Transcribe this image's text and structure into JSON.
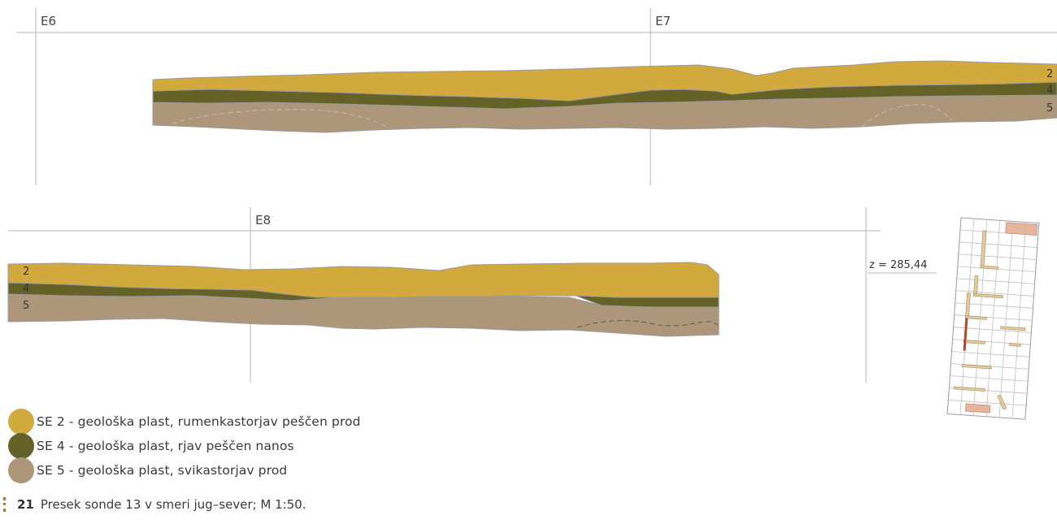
{
  "figure": {
    "top_section": {
      "grid_labels": [
        "E6",
        "E7"
      ],
      "layer_labels": [
        "2",
        "4",
        "5"
      ]
    },
    "bottom_section": {
      "grid_labels": [
        "E8"
      ],
      "layer_labels": [
        "2",
        "4",
        "5"
      ],
      "elevation_label": "z = 285,44"
    }
  },
  "colors": {
    "se2": "#d2a93d",
    "se4": "#656227",
    "se5": "#ad967a",
    "outline": "#9a9a9a",
    "grid_line": "#b5b5b5"
  },
  "legend": [
    {
      "color": "#d2a93d",
      "text": "SE 2 - geološka plast, rumenkastorjav peščen prod"
    },
    {
      "color": "#656227",
      "text": "SE 4 - geološka plast, rjav peščen nanos"
    },
    {
      "color": "#ad967a",
      "text": "SE 5 - geološka plast, svikastorjav prod"
    }
  ],
  "caption": {
    "number": "21",
    "text": "Presek sonde 13 v smeri jug–sever; M 1:50."
  }
}
